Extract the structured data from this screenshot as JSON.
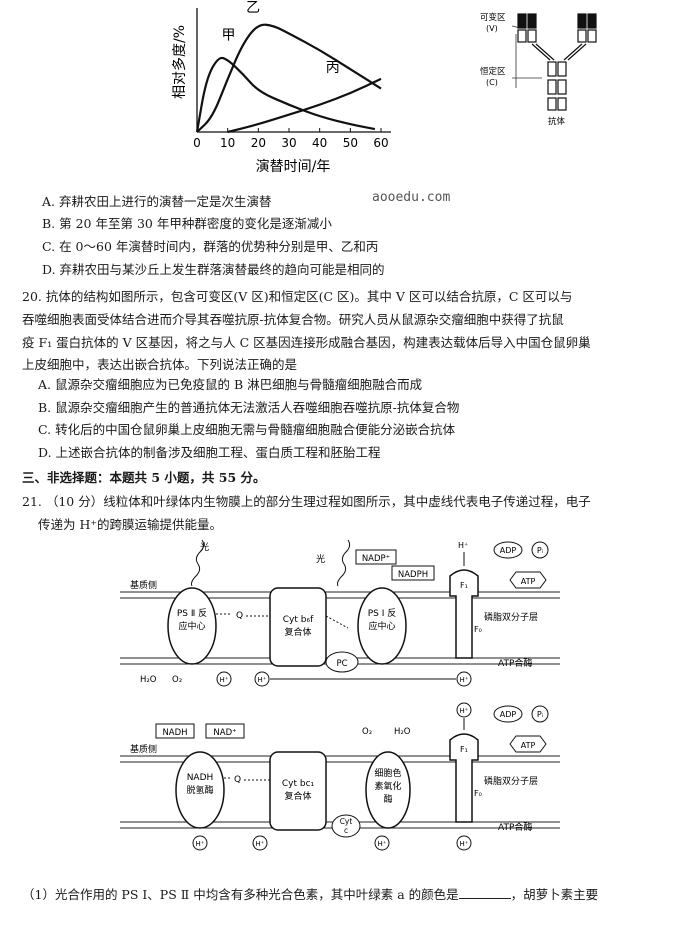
{
  "chart_data": {
    "type": "line",
    "ylabel": "相对多度/%",
    "xlabel": "演替时间/年",
    "xlim": [
      0,
      60
    ],
    "x_ticks": [
      "0",
      "10",
      "20",
      "30",
      "40",
      "50",
      "60"
    ],
    "series": [
      {
        "name": "甲",
        "x": [
          0,
          3,
          7,
          10,
          15,
          20,
          30,
          40,
          50,
          58
        ],
        "y": [
          0,
          55,
          78,
          75,
          60,
          42,
          28,
          16,
          8,
          3
        ]
      },
      {
        "name": "乙",
        "x": [
          0,
          5,
          10,
          15,
          20,
          25,
          30,
          40,
          50,
          60
        ],
        "y": [
          0,
          15,
          55,
          92,
          112,
          110,
          102,
          85,
          65,
          45
        ]
      },
      {
        "name": "丙",
        "x": [
          10,
          20,
          30,
          40,
          50,
          60
        ],
        "y": [
          0,
          8,
          18,
          28,
          40,
          55
        ]
      }
    ]
  },
  "antibody_diagram": {
    "variable_label": "可变区",
    "variable_sub": "(V)",
    "constant_label": "恒定区",
    "constant_sub": "(C)",
    "antibody_label": "抗体"
  },
  "watermark": "aooedu.com",
  "q19_options": [
    "A. 弃耕农田上进行的演替一定是次生演替",
    "B. 第 20 年至第 30 年甲种群密度的变化是逐渐减小",
    "C. 在 0～60 年演替时间内，群落的优势种分别是甲、乙和丙",
    "D. 弃耕农田与某沙丘上发生群落演替最终的趋向可能是相同的"
  ],
  "q20": {
    "lines": [
      "20. 抗体的结构如图所示，包含可变区(V 区)和恒定区(C 区)。其中 V 区可以结合抗原，C 区可以与",
      "吞噬细胞表面受体结合进而介导其吞噬抗原-抗体复合物。研究人员从鼠源杂交瘤细胞中获得了抗鼠",
      "疫 F₁ 蛋白抗体的 V 区基因，将之与人 C 区基因连接形成融合基因，构建表达载体后导入中国仓鼠卵巢",
      "上皮细胞中，表达出嵌合抗体。下列说法正确的是"
    ],
    "options": [
      "A. 鼠源杂交瘤细胞应为已免疫鼠的 B 淋巴细胞与骨髓瘤细胞融合而成",
      "B. 鼠源杂交瘤细胞产生的普通抗体无法激活人吞噬细胞吞噬抗原-抗体复合物",
      "C. 转化后的中国仓鼠卵巢上皮细胞无需与骨髓瘤细胞融合便能分泌嵌合抗体",
      "D. 上述嵌合抗体的制备涉及细胞工程、蛋白质工程和胚胎工程"
    ]
  },
  "section3": "三、非选择题：本题共 5 小题，共 55 分。",
  "q21": {
    "line1": "21. （10 分）线粒体和叶绿体内生物膜上的部分生理过程如图所示，其中虚线代表电子传递过程，电子",
    "line2": "传递为 H⁺的跨膜运输提供能量。"
  },
  "membrane1": {
    "light": "光",
    "matrix_side": "基质侧",
    "ps2": [
      "PS Ⅱ 反",
      "应中心"
    ],
    "q": "Q",
    "cyt": [
      "Cyt b₆f",
      "复合体"
    ],
    "ps1": [
      "PS Ⅰ 反",
      "应中心"
    ],
    "nadp": "NADP⁺",
    "nadph": "NADPH",
    "pc": "PC",
    "h2o": "H₂O",
    "o2": "O₂",
    "h": "H⁺",
    "f1": "F₁",
    "fo": "F₀",
    "adp": "ADP",
    "pi": "Pᵢ",
    "atp": "ATP",
    "lipid": "磷脂双分子层",
    "atp_synthase": "ATP合酶"
  },
  "membrane2": {
    "nadh": "NADH",
    "nad": "NAD⁺",
    "matrix_side": "基质侧",
    "dehydro": [
      "NADH",
      "脱氢酶"
    ],
    "q": "Q",
    "cyt": [
      "Cyt bc₁",
      "复合体"
    ],
    "oxidase": [
      "细胞色",
      "素氧化",
      "酶"
    ],
    "cytc": [
      "Cyt",
      "c"
    ],
    "o2": "O₂",
    "h2o": "H₂O",
    "h": "H⁺",
    "f1": "F₁",
    "fo": "F₀",
    "adp": "ADP",
    "pi": "Pᵢ",
    "atp": "ATP",
    "lipid": "磷脂双分子层",
    "atp_synthase": "ATP合酶"
  },
  "q21_sub1": {
    "before": "（1）光合作用的 PS Ⅰ、PS Ⅱ 中均含有多种光合色素，其中叶绿素 a 的颜色是",
    "after": "，胡萝卜素主要"
  }
}
